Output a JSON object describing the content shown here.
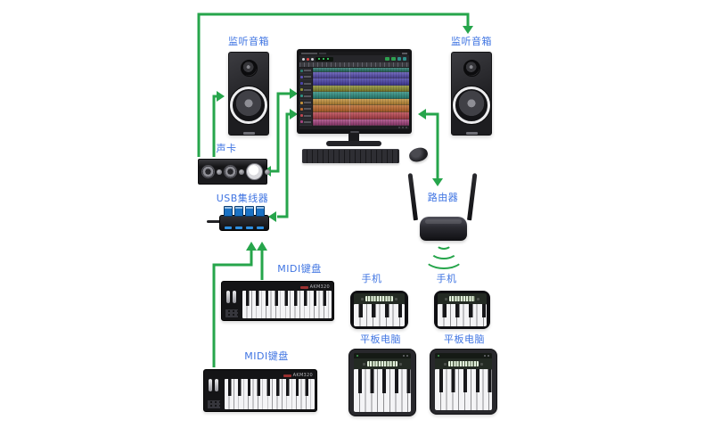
{
  "colors": {
    "background": "#ffffff",
    "wire_green": "#26a54b",
    "label_blue": "#3f74e2"
  },
  "labels": {
    "speaker_left": "监听音箱",
    "speaker_right": "监听音箱",
    "sound_card": "声卡",
    "usb_hub": "USB集线器",
    "router": "路由器",
    "midi_keyboard_top": "MIDI键盘",
    "midi_keyboard_bottom": "MIDI键盘",
    "phone_left": "手机",
    "phone_right": "手机",
    "tablet_left": "平板电脑",
    "tablet_right": "平板电脑"
  },
  "devices": {
    "midi_keyboard_model": "AKM320",
    "usb_hub_port_count": 4,
    "router_antenna_count": 2,
    "wifi_wave_count": 3
  },
  "daw_screen": {
    "track_colors": [
      "#2c7a6e",
      "#5a50b2",
      "#4b44ab",
      "#8f9034",
      "#2f9083",
      "#c3903a",
      "#bf6a2e",
      "#ba4550",
      "#a64480"
    ]
  },
  "connections": [
    {
      "from": "sound-card",
      "to": "speaker-right",
      "arrow": "to"
    },
    {
      "from": "sound-card",
      "to": "speaker-left",
      "arrow": "to"
    },
    {
      "from": "sound-card",
      "to": "computer",
      "arrow": "both"
    },
    {
      "from": "usb-hub",
      "to": "computer",
      "arrow": "both"
    },
    {
      "from": "router",
      "to": "computer",
      "arrow": "both"
    },
    {
      "from": "midi-keyboard-top",
      "to": "usb-hub",
      "arrow": "to"
    },
    {
      "from": "midi-keyboard-bottom",
      "to": "usb-hub",
      "arrow": "to"
    },
    {
      "from": "router",
      "to": "phones-and-tablets",
      "arrow": "wifi"
    }
  ]
}
